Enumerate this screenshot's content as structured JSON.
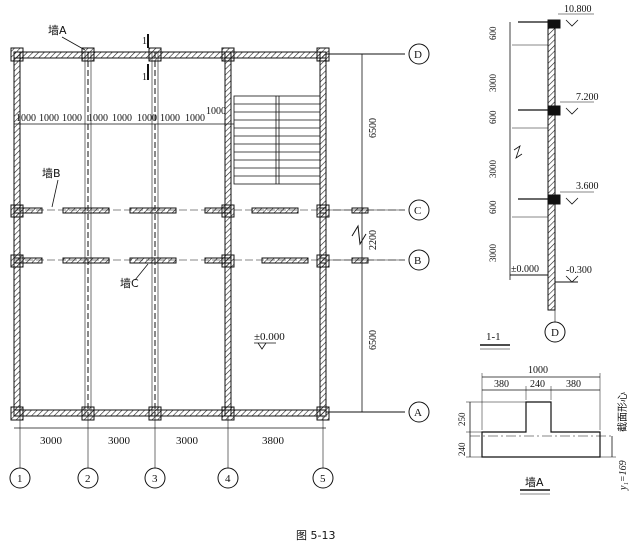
{
  "plan": {
    "wall_a_label": "墙A",
    "wall_b_label": "墙B",
    "wall_c_label": "墙C",
    "section_mark": "1",
    "segment_dims": [
      "1000",
      "1000",
      "1000",
      "1000",
      "1000",
      "1000",
      "1000",
      "1000",
      "1000"
    ],
    "right_dims": [
      "6500",
      "2200",
      "6500"
    ],
    "bottom_dims": [
      "3000",
      "3000",
      "3000",
      "3800"
    ],
    "axis_rows": [
      "D",
      "C",
      "B",
      "A"
    ],
    "axis_cols": [
      "1",
      "2",
      "3",
      "4",
      "5"
    ],
    "floor_level": "±0.000"
  },
  "section": {
    "levels": [
      "10.800",
      "7.200",
      "3.600"
    ],
    "ground_level": "±0.000",
    "outdoor_level": "-0.300",
    "left_dims": [
      "600",
      "3000",
      "600",
      "3000",
      "600",
      "3000"
    ],
    "title": "1-1",
    "axis": "D"
  },
  "detail": {
    "total_width": "1000",
    "widths": [
      "380",
      "240",
      "380"
    ],
    "heights": [
      "250",
      "240"
    ],
    "centroid_label": "截面形心",
    "centroid_value": "y₁=169",
    "title": "墙A"
  },
  "caption": "图 5-13"
}
